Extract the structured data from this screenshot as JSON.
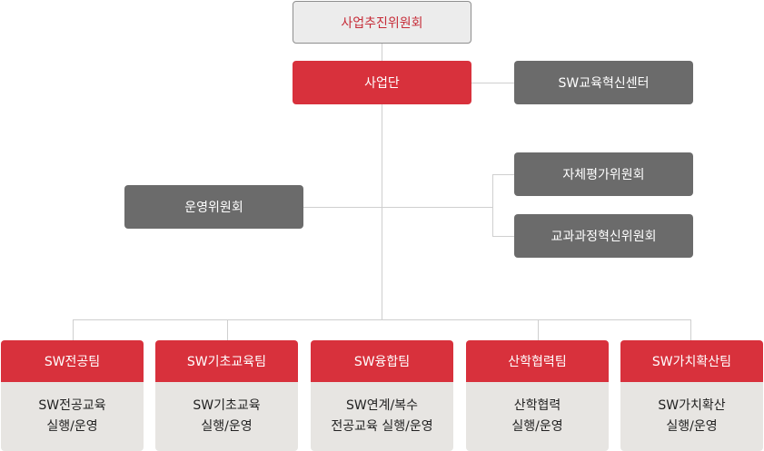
{
  "org": {
    "top": "사업추진위원회",
    "main": "사업단",
    "side_right": "SW교육혁신센터",
    "left_committee": "운영위원회",
    "right_committees": [
      "자체평가위원회",
      "교과과정혁신위원회"
    ],
    "teams": [
      {
        "name": "SW전공팀",
        "desc": [
          "SW전공교육",
          "실행/운영"
        ]
      },
      {
        "name": "SW기초교육팀",
        "desc": [
          "SW기초교육",
          "실행/운영"
        ]
      },
      {
        "name": "SW융합팀",
        "desc": [
          "SW연계/복수",
          "전공교육 실행/운영"
        ]
      },
      {
        "name": "산학협력팀",
        "desc": [
          "산학협력",
          "실행/운영"
        ]
      },
      {
        "name": "SW가치확산팀",
        "desc": [
          "SW가치확산",
          "실행/운영"
        ]
      }
    ]
  },
  "colors": {
    "red": "#d8313c",
    "dark_gray": "#6b6b6b",
    "light_gray": "#e7e5e2",
    "line": "#cfcfcf"
  }
}
